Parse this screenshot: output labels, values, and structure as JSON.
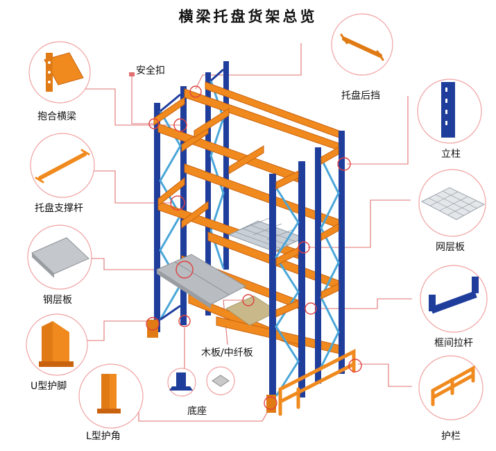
{
  "title": "横梁托盘货架总览",
  "colors": {
    "upright": "#1f3e9c",
    "beam": "#f08a1e",
    "beam_dark": "#c9620e",
    "brace": "#4aa6d8",
    "callout": "#e04040",
    "leader": "#e07070"
  },
  "components": [
    {
      "key": "safety_clip",
      "label": "安全扣",
      "icon": "safety-clip-icon"
    },
    {
      "key": "pallet_back_stop",
      "label": "托盘后挡",
      "icon": "pallet-back-stop-icon"
    },
    {
      "key": "box_beam",
      "label": "抱合横梁",
      "icon": "box-beam-icon"
    },
    {
      "key": "upright",
      "label": "立柱",
      "icon": "upright-icon"
    },
    {
      "key": "pallet_support_bar",
      "label": "托盘支撑杆",
      "icon": "pallet-support-bar-icon"
    },
    {
      "key": "wire_deck",
      "label": "网层板",
      "icon": "wire-deck-icon"
    },
    {
      "key": "steel_panel",
      "label": "钢层板",
      "icon": "steel-panel-icon"
    },
    {
      "key": "row_spacer",
      "label": "框间拉杆",
      "icon": "row-spacer-icon"
    },
    {
      "key": "u_guard",
      "label": "U型护脚",
      "icon": "u-guard-icon"
    },
    {
      "key": "wood_panel",
      "label": "木板/中纤板",
      "icon": "wood-panel-icon"
    },
    {
      "key": "base_plate",
      "label": "底座",
      "icon": "base-plate-icon"
    },
    {
      "key": "l_guard",
      "label": "L型护角",
      "icon": "l-guard-icon"
    },
    {
      "key": "guard_rail",
      "label": "护栏",
      "icon": "guard-rail-icon"
    }
  ]
}
